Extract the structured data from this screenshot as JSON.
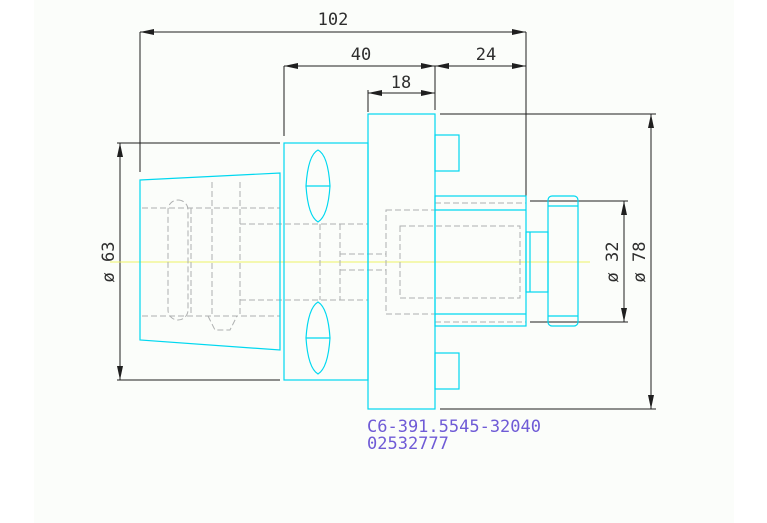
{
  "dimensions": {
    "overall_length": "102",
    "flange_to_end": "40",
    "flange_width": "18",
    "shank_length": "24",
    "body_diameter": "ø 63",
    "bore_diameter": "ø 32",
    "flange_diameter": "ø 78"
  },
  "part_label": {
    "code": "C6-391.5545-32040",
    "number": "02532777"
  },
  "colors": {
    "part_outline": "#00d8f0",
    "hidden_lines": "#aeb0b0",
    "center_line": "#eef266",
    "dimension_lines": "#1f1f1f",
    "label_text": "#6f5bd6"
  }
}
